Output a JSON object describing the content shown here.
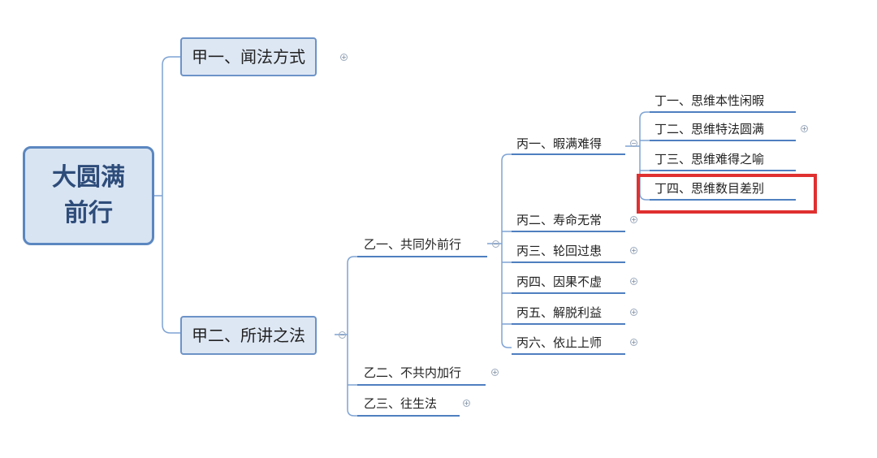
{
  "root": {
    "line1": "大圆满",
    "line2": "前行"
  },
  "jia1": {
    "label": "甲一、闻法方式",
    "toggle": "+"
  },
  "jia2": {
    "label": "甲二、所讲之法",
    "toggle": "−"
  },
  "yi": [
    {
      "label": "乙一、共同外前行",
      "toggle": "−"
    },
    {
      "label": "乙二、不共内加行",
      "toggle": "+"
    },
    {
      "label": "乙三、往生法",
      "toggle": "+"
    }
  ],
  "bing": [
    {
      "label": "丙一、暇满难得",
      "toggle": "−"
    },
    {
      "label": "丙二、寿命无常",
      "toggle": "+"
    },
    {
      "label": "丙三、轮回过患",
      "toggle": "+"
    },
    {
      "label": "丙四、因果不虚",
      "toggle": "+"
    },
    {
      "label": "丙五、解脱利益",
      "toggle": "+"
    },
    {
      "label": "丙六、依止上师",
      "toggle": "+"
    }
  ],
  "ding": [
    {
      "label": "丁一、思维本性闲暇"
    },
    {
      "label": "丁二、思维特法圆满",
      "toggle": "+"
    },
    {
      "label": "丁三、思维难得之喻"
    },
    {
      "label": "丁四、思维数目差别"
    }
  ],
  "colors": {
    "connector": "#7ea3d4",
    "highlight": "#e03030",
    "root_border": "#5b87c0"
  }
}
